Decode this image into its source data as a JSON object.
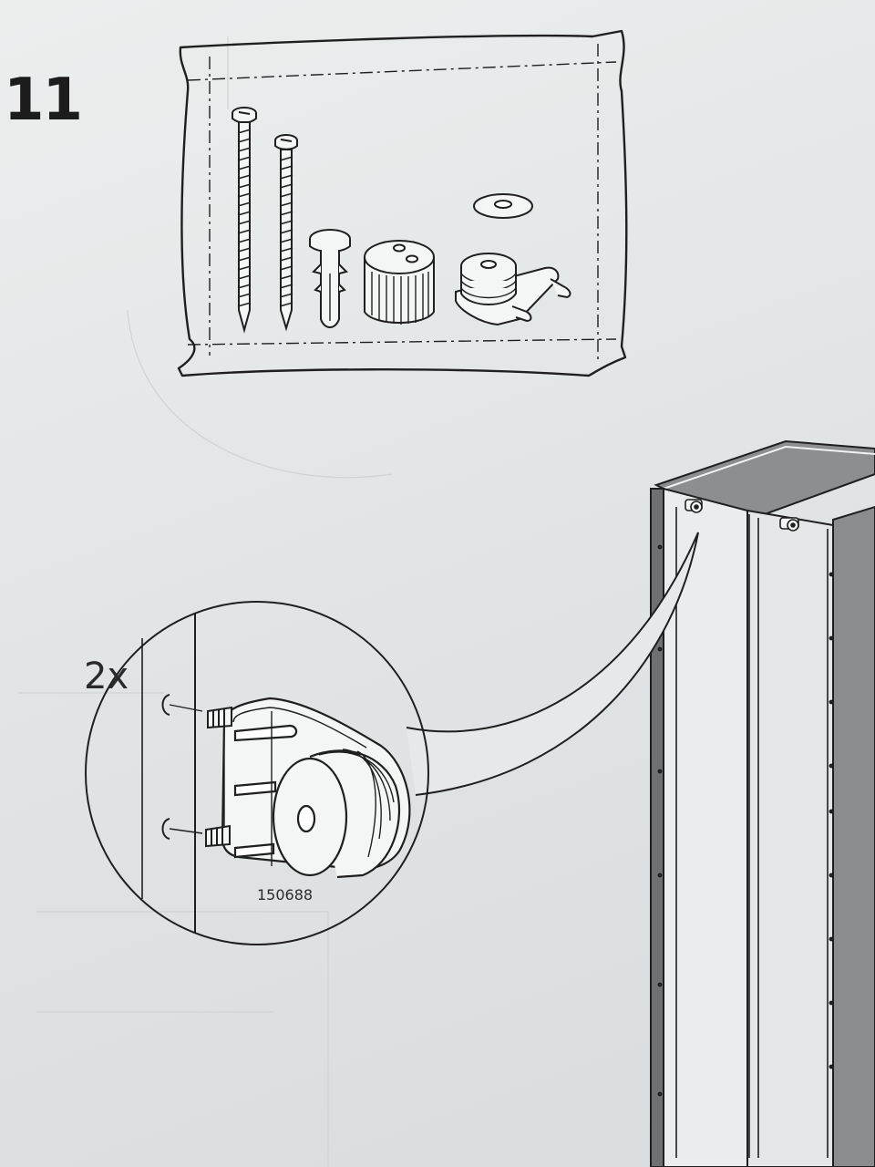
{
  "step": {
    "number": "11"
  },
  "detail": {
    "quantity": "2x",
    "part_number": "150688"
  },
  "parts_bag": {
    "items": [
      "long-screw-icon",
      "short-screw-icon",
      "wall-plug-icon",
      "spacer-cap-icon",
      "washer-icon",
      "wall-bracket-icon"
    ]
  },
  "colors": {
    "paper": "#e6e8e9",
    "ink": "#1f1f1f",
    "cabinet_panel": "#6f6f6f"
  }
}
